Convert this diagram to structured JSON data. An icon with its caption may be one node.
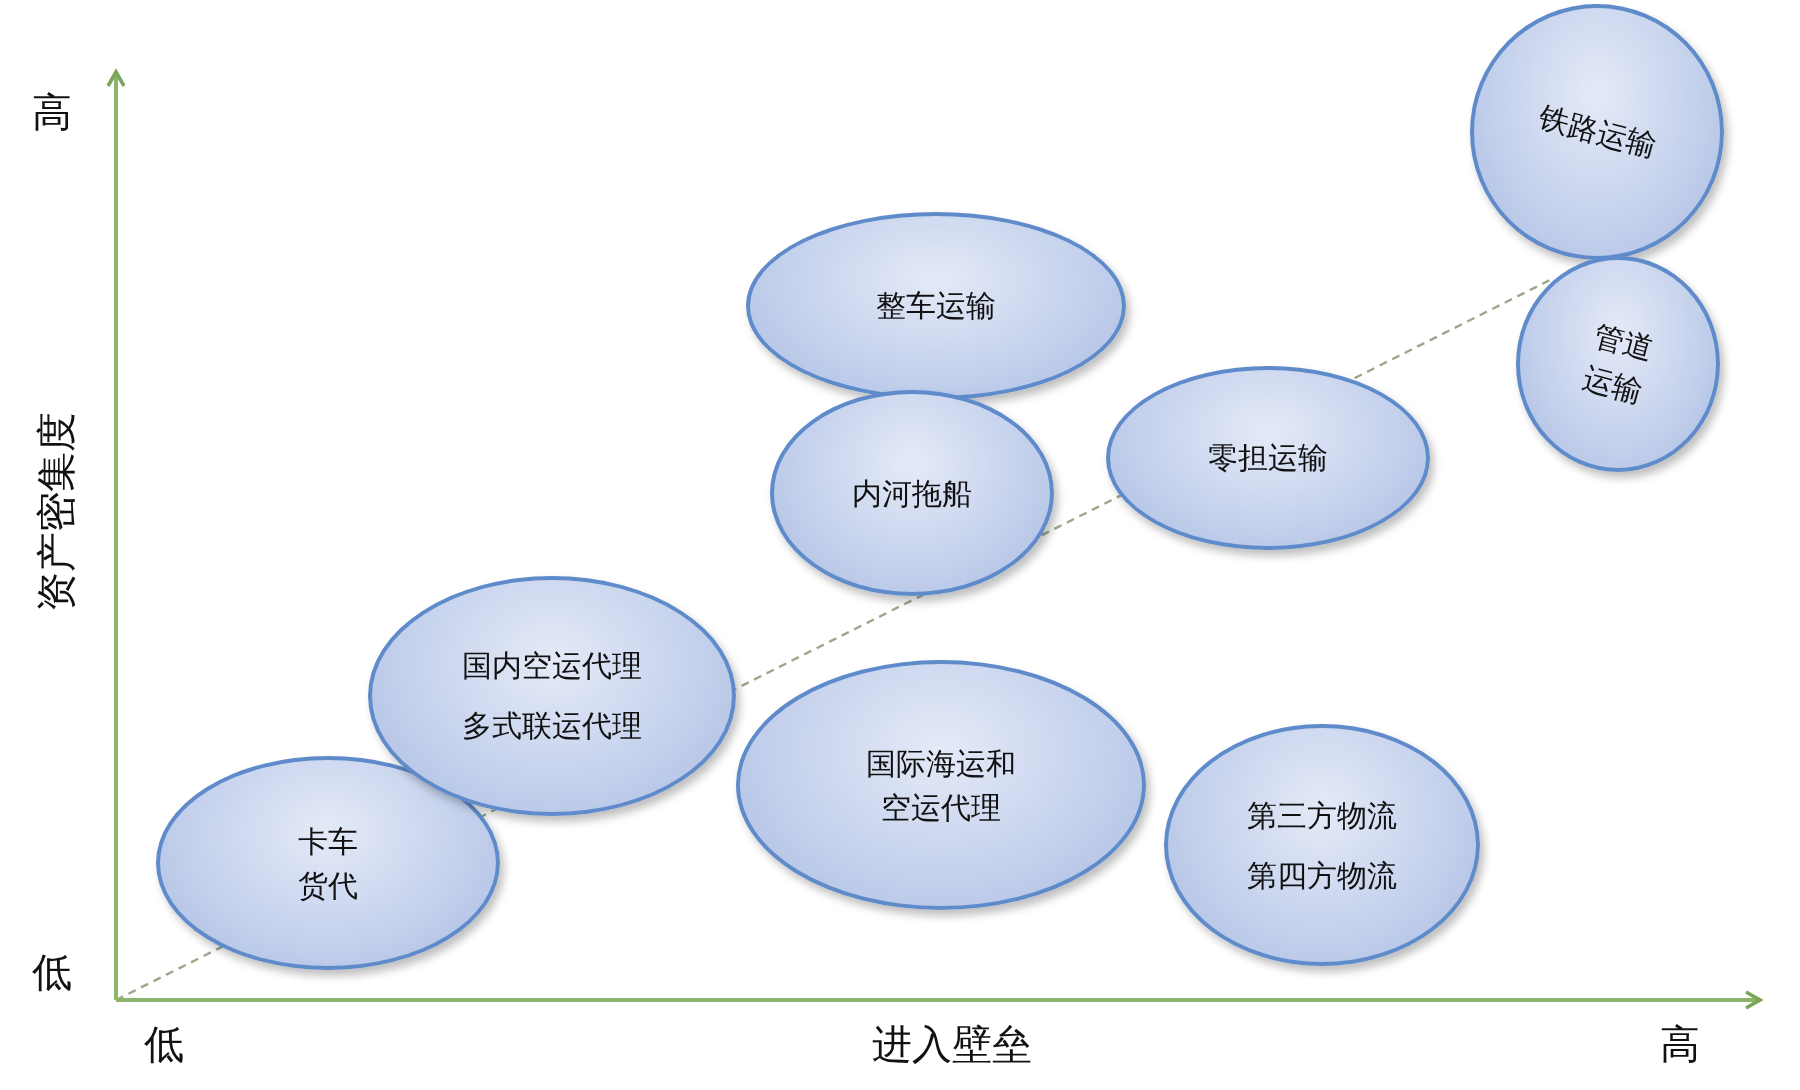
{
  "diagram": {
    "nodes": [
      {
        "text": [
          "铁路运输"
        ]
      },
      {
        "text": [
          "整车运输"
        ]
      },
      {
        "text": [
          "管道运输"
        ]
      },
      {
        "text": [
          "内河拖船"
        ]
      },
      {
        "text": [
          "零担运输"
        ]
      },
      {
        "text": [
          "国内空运代理",
          "多式联运代理"
        ]
      },
      {
        "text": [
          "国际海运和空运代理"
        ]
      },
      {
        "text": [
          "第三方物流",
          "第四方物流"
        ]
      },
      {
        "text": [
          "卡车货代"
        ]
      }
    ],
    "labels": [
      "高",
      "资产密集度",
      "低",
      "低",
      "进入壁垒",
      "高"
    ]
  }
}
